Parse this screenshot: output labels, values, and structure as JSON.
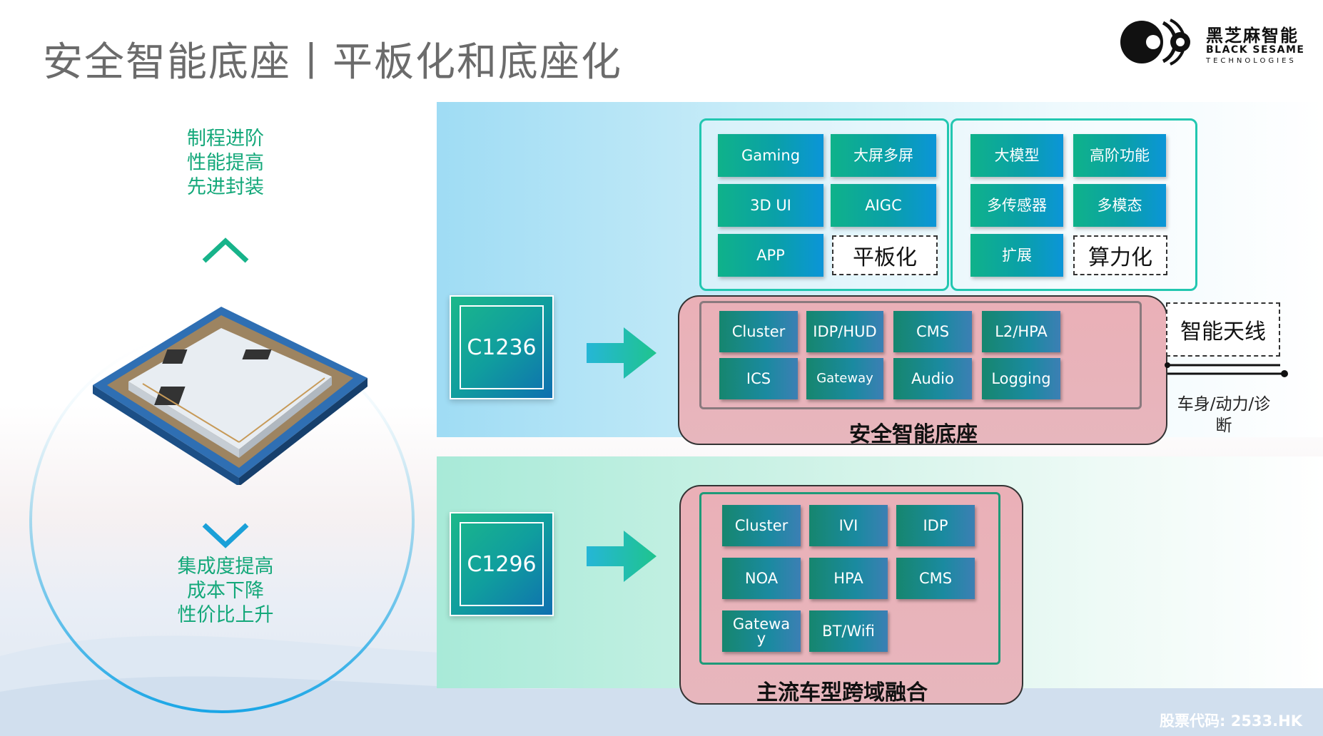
{
  "title": "安全智能底座丨平板化和底座化",
  "logo": {
    "cn": "黑芝麻智能",
    "en1": "BLACK SESAME",
    "en2": "TECHNOLOGIES"
  },
  "left": {
    "up_lines": [
      "制程进阶",
      "性能提高",
      "先进封装"
    ],
    "down_lines": [
      "集成度提高",
      "成本下降",
      "性价比上升"
    ]
  },
  "chips": {
    "top": "C1236",
    "bottom": "C1296"
  },
  "tablet_group": {
    "items": [
      "Gaming",
      "大屏多屏",
      "3D UI",
      "AIGC",
      "APP"
    ],
    "label": "平板化"
  },
  "compute_group": {
    "items": [
      "大模型",
      "高阶功能",
      "多传感器",
      "多模态",
      "扩展"
    ],
    "label": "算力化"
  },
  "safety_base": {
    "items": [
      "Cluster",
      "IDP/HUD",
      "CMS",
      "L2/HPA",
      "ICS",
      "Gateway",
      "Audio",
      "Logging"
    ],
    "caption": "安全智能底座"
  },
  "antenna": {
    "label": "智能天线",
    "note": "车身/动力/诊断"
  },
  "fusion": {
    "items": [
      "Cluster",
      "IVI",
      "IDP",
      "NOA",
      "HPA",
      "CMS",
      "Gateway",
      "BT/Wifi"
    ],
    "caption": "主流车型跨域融合"
  },
  "footer": {
    "stock": "股票代码: 2533.HK"
  },
  "colors": {
    "accent_green": "#14a87a",
    "frame_teal": "#22c7b0",
    "pink": "#eab0b7"
  }
}
